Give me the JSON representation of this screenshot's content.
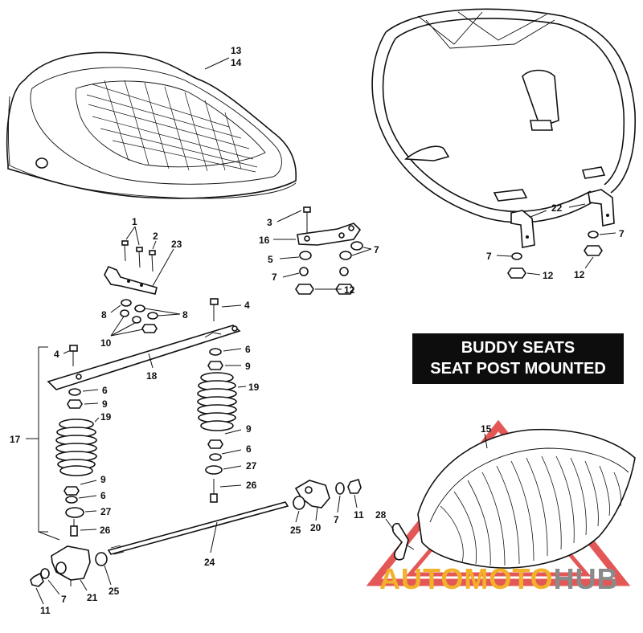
{
  "title": {
    "line1": "BUDDY SEATS",
    "line2": "SEAT POST MOUNTED"
  },
  "watermark": {
    "part1": "AUTOMOTO",
    "part2": "HUB",
    "color_primary": "#f3b12b",
    "color_secondary": "#8a8a8a",
    "triangle_color": "#e03a3a"
  },
  "callouts": {
    "c13": "13",
    "c14": "14",
    "c1": "1",
    "c2": "2",
    "c23": "23",
    "c3": "3",
    "c16": "16",
    "c5": "5",
    "c7a": "7",
    "c7b": "7",
    "c12a": "12",
    "c22": "22",
    "c7c": "7",
    "c7d": "7",
    "c12b": "12",
    "c12c": "12",
    "c8a": "8",
    "c8b": "8",
    "c10": "10",
    "c4a": "4",
    "c4b": "4",
    "c6a": "6",
    "c9a": "9",
    "c18": "18",
    "c19a": "19",
    "c19b": "19",
    "c6b": "6",
    "c9b": "9",
    "c17": "17",
    "c9c": "9",
    "c6c": "6",
    "c27a": "27",
    "c9d": "9",
    "c6d": "6",
    "c27b": "27",
    "c26a": "26",
    "c26b": "26",
    "c24": "24",
    "c25a": "25",
    "c20": "20",
    "c7e": "7",
    "c11a": "11",
    "c15": "15",
    "c28": "28",
    "c21": "21",
    "c25b": "25",
    "c7f": "7",
    "c11b": "11"
  }
}
